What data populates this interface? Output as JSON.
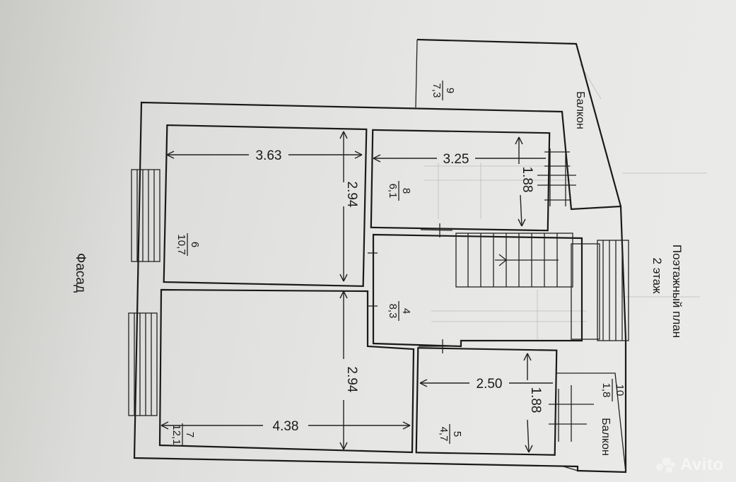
{
  "plan": {
    "title": "Поэтажный план",
    "floor": "2 этаж",
    "facade": "Фасад"
  },
  "dimensions": {
    "d1": "3.63",
    "d2": "2.94",
    "d3": "3.25",
    "d4": "1.88",
    "d5": "2.94",
    "d6": "4.38",
    "d7": "2.50",
    "d8": "1.88"
  },
  "rooms": {
    "r6": {
      "num": "6",
      "area": "10,7"
    },
    "r7": {
      "num": "7",
      "area": "12,1"
    },
    "r8": {
      "num": "8",
      "area": "6,1"
    },
    "r4": {
      "num": "4",
      "area": "8,3"
    },
    "r5": {
      "num": "5",
      "area": "4,7"
    },
    "r9": {
      "num": "9",
      "area": "7,3"
    },
    "r10": {
      "num": "10",
      "area": "1,8"
    }
  },
  "balconies": {
    "top": "Балкон",
    "bottom": "Балкон"
  },
  "watermark": {
    "text": "Avito",
    "logo": "avito-logo-icon"
  }
}
